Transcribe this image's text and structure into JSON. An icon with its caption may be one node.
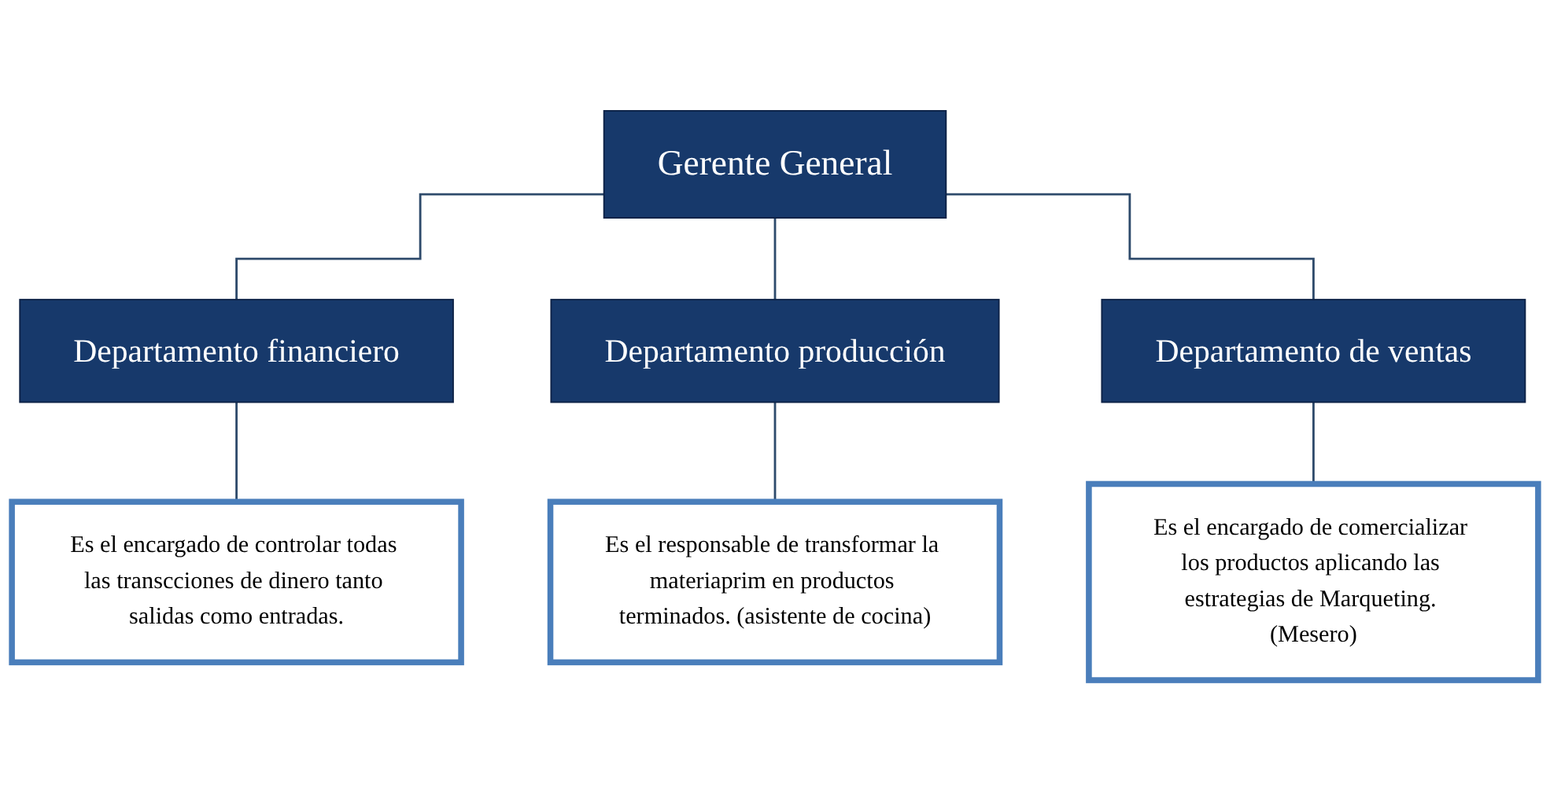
{
  "diagram": {
    "nodes": [
      {
        "text": [
          "Gerente General"
        ]
      },
      {
        "text": [
          "Departamento financiero"
        ]
      },
      {
        "text": [
          "Departamento producción"
        ]
      },
      {
        "text": [
          "Departamento de ventas"
        ]
      },
      {
        "text": [
          "Es el encargado de controlar todas las transcciones de dinero tanto salidas como entradas."
        ]
      },
      {
        "text": [
          "Es el responsable de transformar la materiaprim en productos terminados. (asistente de cocina)"
        ]
      },
      {
        "text": [
          "Es el encargado de comercializar los productos aplicando las estrategias de Marqueting. (Mesero)"
        ]
      }
    ],
    "edges": [
      {
        "from": 0,
        "to": 1,
        "arrow": "none"
      },
      {
        "from": 0,
        "to": 2,
        "arrow": "none"
      },
      {
        "from": 0,
        "to": 3,
        "arrow": "none"
      },
      {
        "from": 1,
        "to": 4,
        "arrow": "none"
      },
      {
        "from": 2,
        "to": 5,
        "arrow": "none"
      },
      {
        "from": 3,
        "to": 6,
        "arrow": "none"
      }
    ]
  }
}
